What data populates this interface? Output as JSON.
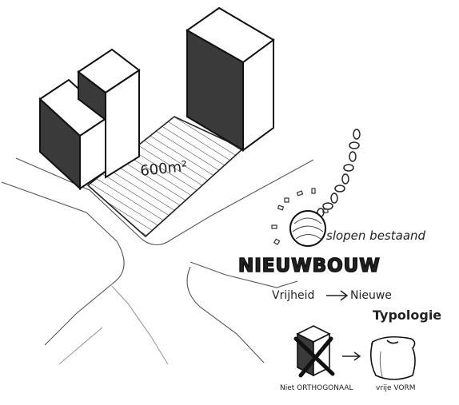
{
  "sketch": {
    "area_label": "600m²",
    "demolish_label": "slopen bestaand",
    "newbuild_label": "NIEUWBOUW",
    "freedom_label": "Vrijheid",
    "new_label": "Nieuwe",
    "typology_label": "Typologie",
    "not_orthogonal_label": "Niet ORTHOGONAAL",
    "free_form_label": "vrije VORM"
  }
}
